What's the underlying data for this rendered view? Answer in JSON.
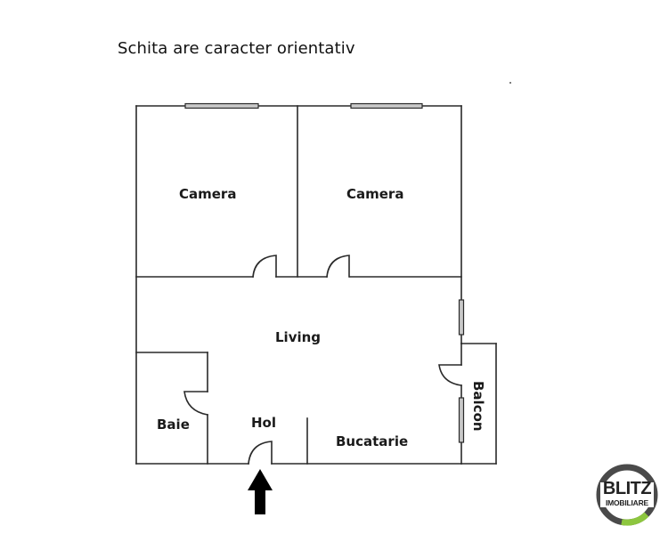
{
  "header": {
    "title": "Schita are caracter orientativ"
  },
  "rooms": [
    {
      "id": "camera-1",
      "label": "Camera"
    },
    {
      "id": "camera-2",
      "label": "Camera"
    },
    {
      "id": "living",
      "label": "Living"
    },
    {
      "id": "baie",
      "label": "Baie"
    },
    {
      "id": "hol",
      "label": "Hol"
    },
    {
      "id": "bucatarie",
      "label": "Bucatarie"
    },
    {
      "id": "balcon",
      "label": "Balcon"
    }
  ],
  "logo": {
    "line1": "BLITZ",
    "line2": "IMOBILIARE",
    "ring_color": "#4a4a4a",
    "accent_color": "#8dc63f"
  },
  "colors": {
    "wall": "#2a2a2a",
    "window_fill": "#c8c8c8",
    "arrow": "#000000"
  }
}
